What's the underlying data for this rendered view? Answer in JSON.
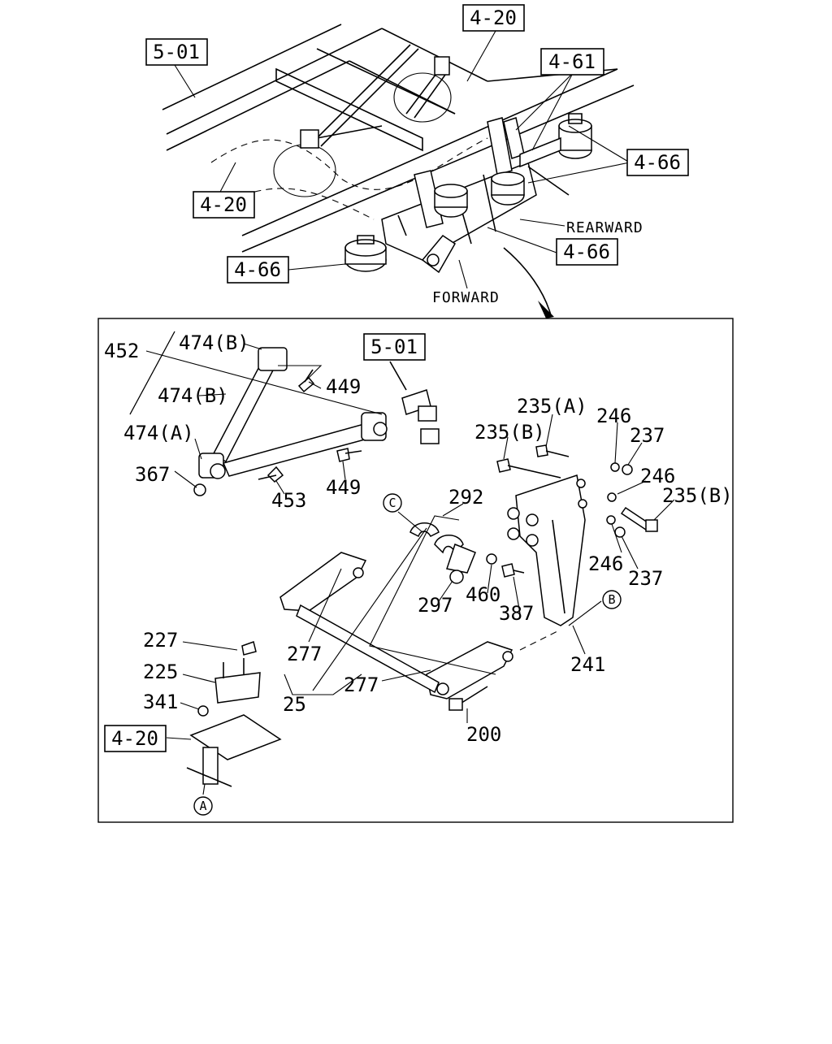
{
  "overview": {
    "refs": {
      "frame_501": "5-01",
      "axle_420_top": "4-20",
      "bellows_461": "4-61",
      "bellows_466_right": "4-66",
      "axle_420_left": "4-20",
      "bellows_466_mid": "4-66",
      "bellows_466_left": "4-66"
    },
    "directions": {
      "rearward": "REARWARD",
      "forward": "FORWARD"
    }
  },
  "detail": {
    "ref_501": "5-01",
    "ref_420": "4-20",
    "parts": {
      "p452": "452",
      "p474b_1": "474(B)",
      "p474b_2": "474(B)",
      "p474a": "474(A)",
      "p449_1": "449",
      "p449_2": "449",
      "p367": "367",
      "p453": "453",
      "p235a": "235(A)",
      "p235b_1": "235(B)",
      "p235b_2": "235(B)",
      "p246_1": "246",
      "p246_2": "246",
      "p246_3": "246",
      "p237_1": "237",
      "p237_2": "237",
      "p292": "292",
      "p297": "297",
      "p460": "460",
      "p387": "387",
      "p241": "241",
      "p227": "227",
      "p225": "225",
      "p341": "341",
      "p277_1": "277",
      "p277_2": "277",
      "p25": "25",
      "p200": "200"
    },
    "callouts": {
      "a": "A",
      "b": "B",
      "c": "C"
    }
  }
}
